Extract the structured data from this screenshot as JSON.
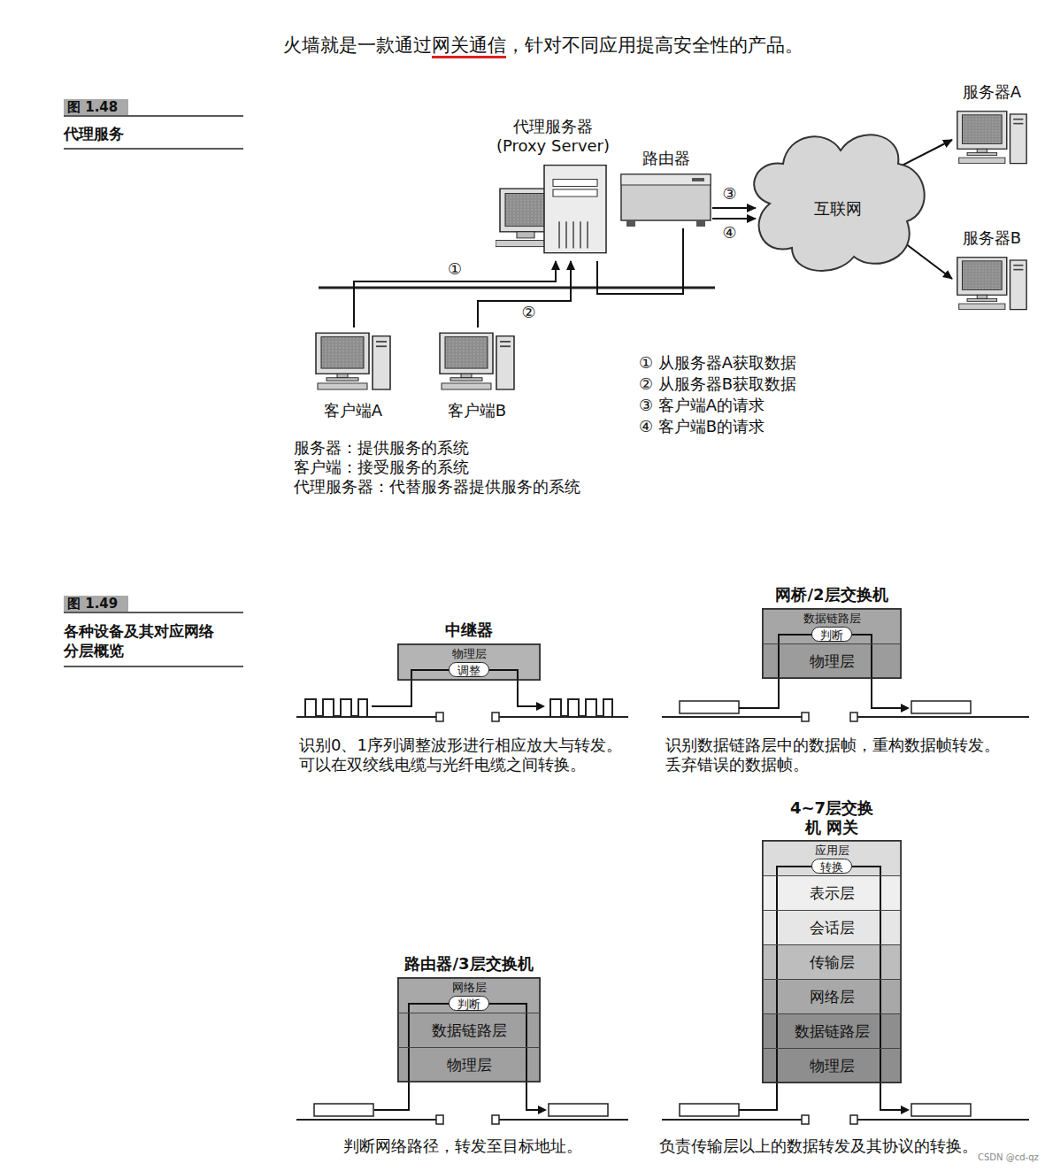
{
  "diagram": {
    "nodes": [
      {
        "text": [
          "代理服务器 (Proxy Server)"
        ]
      },
      {
        "text": [
          "路由器"
        ]
      },
      {
        "text": [
          "互联网"
        ]
      },
      {
        "text": [
          "服务器A"
        ]
      },
      {
        "text": [
          "服务器B"
        ]
      },
      {
        "text": [
          "客户端A"
        ]
      },
      {
        "text": [
          "客户端B"
        ]
      },
      {
        "text": [
          "中继器"
        ]
      },
      {
        "text": [
          "物理层"
        ],
        "in": 7
      },
      {
        "text": [
          "调整"
        ],
        "in": 8
      },
      {
        "text": [
          "网桥/2层交换机"
        ]
      },
      {
        "text": [
          "数据链路层"
        ],
        "in": 10
      },
      {
        "text": [
          "判断"
        ],
        "in": 11
      },
      {
        "text": [
          "物理层"
        ],
        "in": 10
      },
      {
        "text": [
          "路由器/3层交换机"
        ]
      },
      {
        "text": [
          "网络层"
        ],
        "in": 14
      },
      {
        "text": [
          "判断"
        ],
        "in": 15
      },
      {
        "text": [
          "数据链路层"
        ],
        "in": 14
      },
      {
        "text": [
          "物理层"
        ],
        "in": 14
      },
      {
        "text": [
          "4~7层交换机 网关"
        ]
      },
      {
        "text": [
          "应用层"
        ],
        "in": 19
      },
      {
        "text": [
          "转换"
        ],
        "in": 20
      },
      {
        "text": [
          "表示层"
        ],
        "in": 19
      },
      {
        "text": [
          "会话层"
        ],
        "in": 19
      },
      {
        "text": [
          "传输层"
        ],
        "in": 19
      },
      {
        "text": [
          "网络层"
        ],
        "in": 19
      },
      {
        "text": [
          "数据链路层"
        ],
        "in": 19
      },
      {
        "text": [
          "物理层"
        ],
        "in": 19
      }
    ],
    "edges": [
      {
        "from": 5,
        "to": 0,
        "label": "①",
        "arrow": "to"
      },
      {
        "from": 6,
        "to": 0,
        "label": "②",
        "arrow": "to"
      },
      {
        "from": 0,
        "to": 1,
        "arrow": "none"
      },
      {
        "from": 1,
        "to": 2,
        "label": "③",
        "arrow": "to"
      },
      {
        "from": 1,
        "to": 2,
        "label": "④",
        "arrow": "to"
      },
      {
        "from": 2,
        "to": 3,
        "arrow": "to"
      },
      {
        "from": 2,
        "to": 4,
        "arrow": "to"
      }
    ],
    "labels": [
      "火墙就是一款通过",
      "网关通信",
      "，针对不同应用提高安全性的产品。",
      "图 1.48",
      "代理服务",
      "① 从服务器A获取数据",
      "② 从服务器B获取数据",
      "③ 客户端A的请求",
      "④ 客户端B的请求",
      "服务器：提供服务的系统",
      "客户端：接受服务的系统",
      "代理服务器：代替服务器提供服务的系统",
      "图 1.49",
      "各种设备及其对应网络分层概览",
      "识别0、1序列调整波形进行相应放大与转发。可以在双绞线电缆与光纤电缆之间转换。",
      "识别数据链路层中的数据帧，重构数据帧转发。丢弃错误的数据帧。",
      "判断网络路径，转发至目标地址。",
      "负责传输层以上的数据转发及其协议的转换。",
      "CSDN @cd-qz"
    ]
  }
}
